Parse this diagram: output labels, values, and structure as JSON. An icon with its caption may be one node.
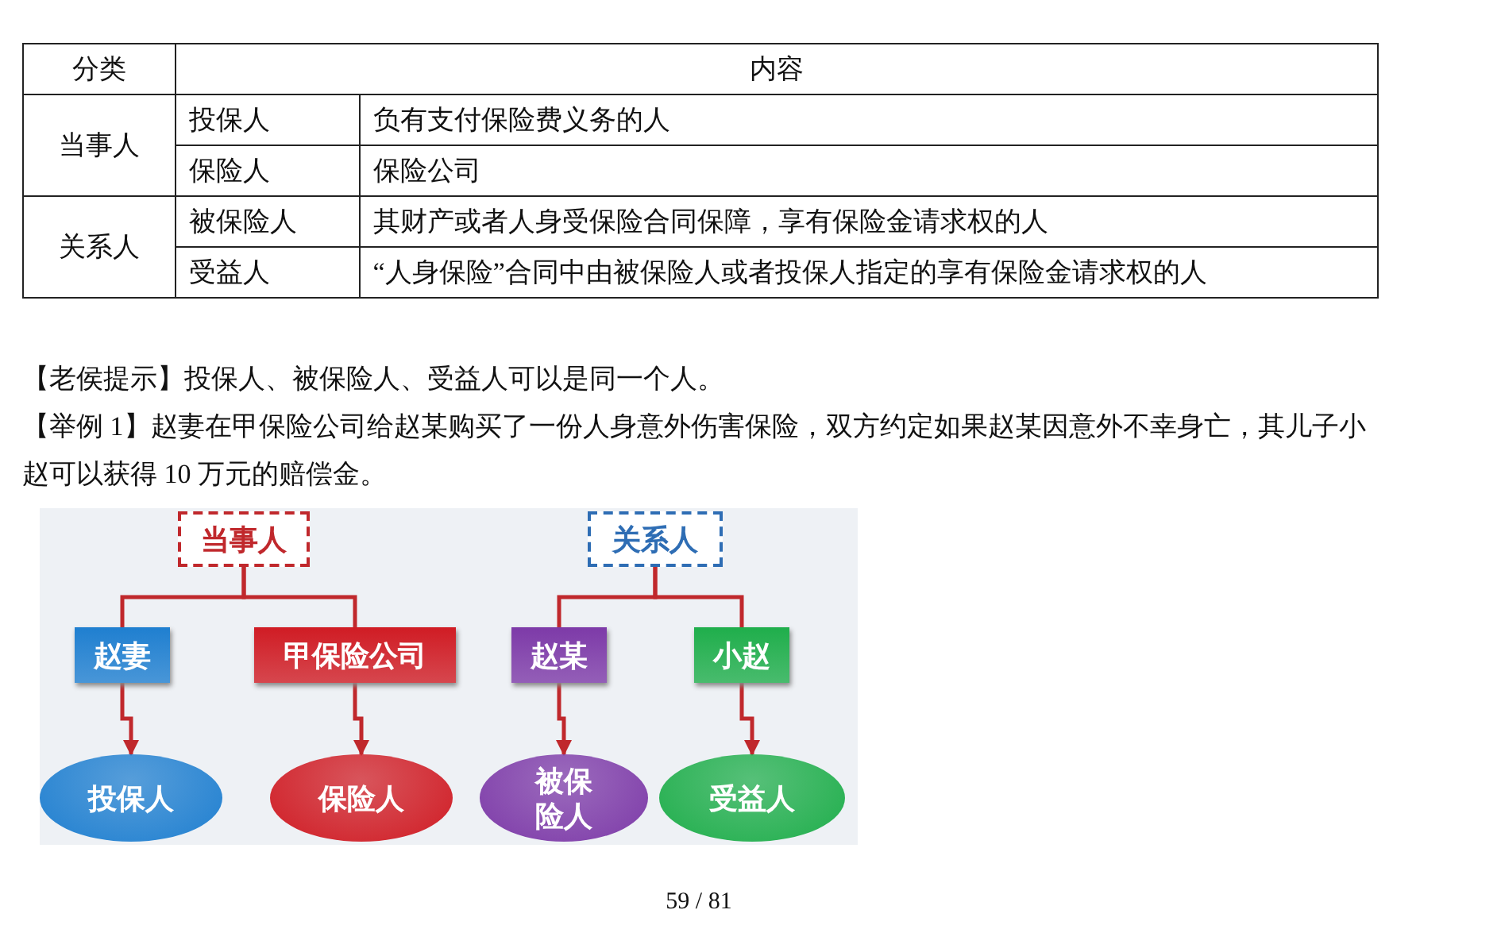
{
  "diagram": {
    "nodes": [
      {
        "text": [
          "当事人"
        ]
      },
      {
        "text": [
          "关系人"
        ]
      },
      {
        "text": [
          "赵妻"
        ]
      },
      {
        "text": [
          "甲保险公司"
        ]
      },
      {
        "text": [
          "赵某"
        ]
      },
      {
        "text": [
          "小赵"
        ]
      },
      {
        "text": [
          "投保人"
        ]
      },
      {
        "text": [
          "保险人"
        ]
      },
      {
        "text": [
          "被保险人"
        ]
      },
      {
        "text": [
          "受益人"
        ]
      }
    ],
    "edges": [
      {
        "from": 0,
        "to": 2,
        "arrow": "none"
      },
      {
        "from": 0,
        "to": 3,
        "arrow": "none"
      },
      {
        "from": 1,
        "to": 4,
        "arrow": "none"
      },
      {
        "from": 1,
        "to": 5,
        "arrow": "none"
      },
      {
        "from": 2,
        "to": 6,
        "arrow": "to"
      },
      {
        "from": 3,
        "to": 7,
        "arrow": "to"
      },
      {
        "from": 4,
        "to": 8,
        "arrow": "to"
      },
      {
        "from": 5,
        "to": 9,
        "arrow": "to"
      }
    ],
    "labels": [
      "分类",
      "内容",
      "当事人",
      "投保人",
      "负有支付保险费义务的人",
      "保险人",
      "保险公司",
      "关系人",
      "被保险人",
      "其财产或者人身受保险合同保障，享有保险金请求权的人",
      "受益人",
      "“人身保险”合同中由被保险人或者投保人指定的享有保险金请求权的人",
      "【老侯提示】投保人、被保险人、受益人可以是同一个人。",
      "【举例 1】赵妻在甲保险公司给赵某购买了一份人身意外伤害保险，双方约定如果赵某因意外不幸身亡，其儿子小赵可以获得 10 万元的赔偿金。",
      "59 / 81"
    ]
  }
}
